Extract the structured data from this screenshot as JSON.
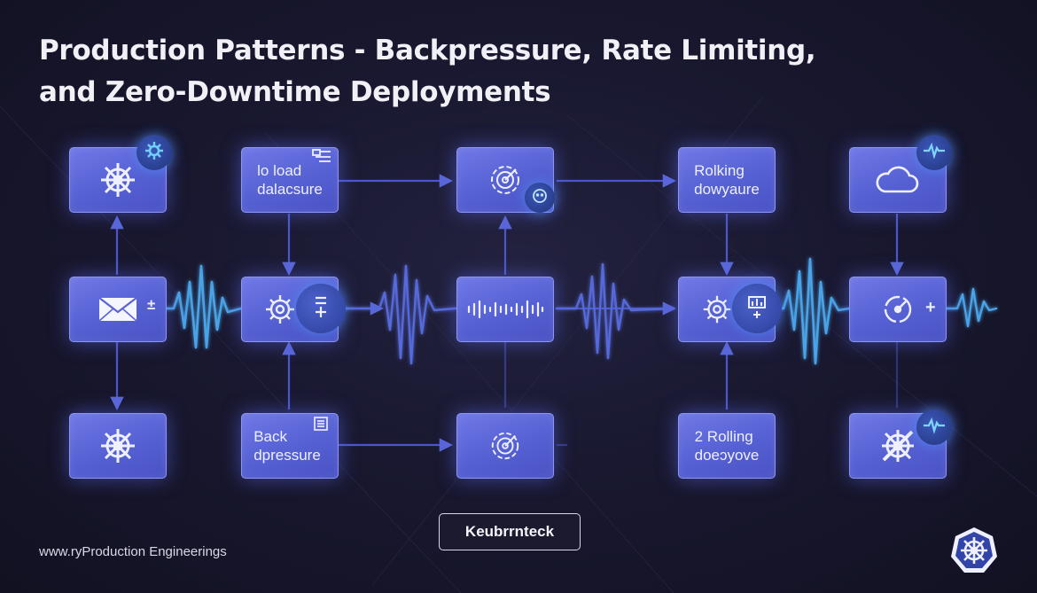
{
  "title": {
    "line1": "Production Patterns - Backpressure, Rate Limiting,",
    "line2": "and Zero-Downtime Deployments"
  },
  "nodes": {
    "load_balancer": {
      "line1": "lo load",
      "line2": "dalacsure"
    },
    "rolling_top": {
      "line1": "Rolking",
      "line2": "dowyaure"
    },
    "backpressure": {
      "line1": "Back",
      "line2": "dpressure"
    },
    "rolling_bottom": {
      "line1": "2 Rolling",
      "line2": "doeɔyove"
    }
  },
  "side_symbols": {
    "mail_left": "+",
    "mail_right": "±",
    "target_right": "+"
  },
  "button": {
    "label": "Keubrrnteck"
  },
  "footer": {
    "text": "www.ryProduction Engineerings"
  },
  "colors": {
    "background": "#191830",
    "node_fill": "#5a64d6",
    "node_border": "#8d96f2",
    "flow_line": "#4a56c8",
    "pulse_line": "#3c8fe0",
    "badge_fill": "#2a3f8e"
  },
  "icons": [
    "helm-wheel-icon",
    "gear-icon",
    "mail-icon",
    "cog-icon",
    "list-icon",
    "target-icon",
    "smile-icon",
    "waveform-icon",
    "bar-chart-icon",
    "cloud-icon",
    "heartbeat-icon",
    "gauge-icon",
    "doc-icon",
    "flag-icon",
    "broken-wheel-icon",
    "kubernetes-logo-icon"
  ]
}
